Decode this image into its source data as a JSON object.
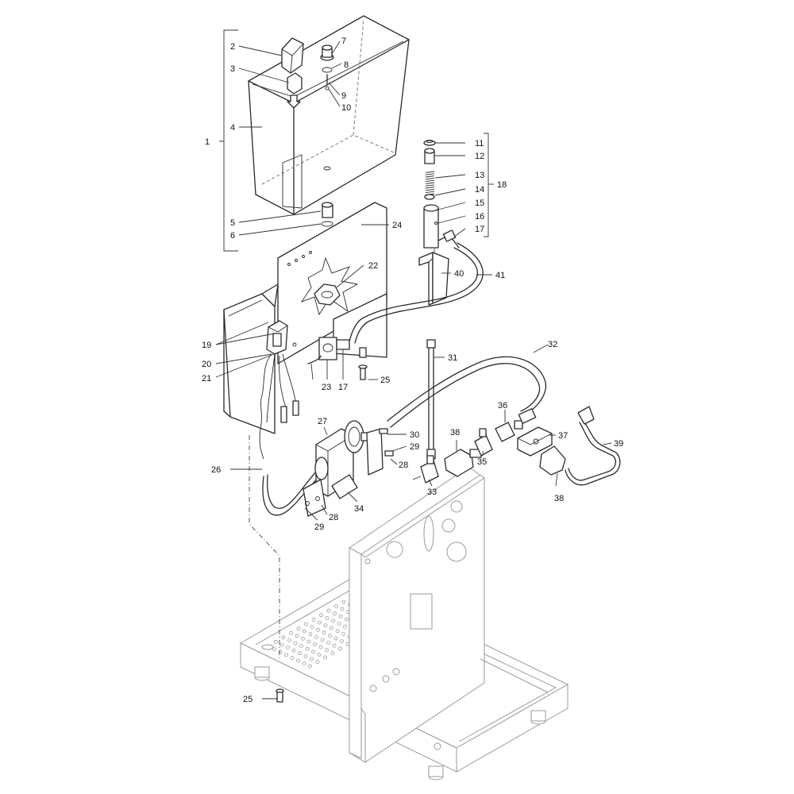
{
  "callouts": [
    "1",
    "2",
    "3",
    "4",
    "5",
    "6",
    "7",
    "8",
    "9",
    "10",
    "11",
    "12",
    "13",
    "14",
    "15",
    "16",
    "17",
    "18",
    "19",
    "20",
    "21",
    "22",
    "23",
    "17",
    "24",
    "25",
    "26",
    "27",
    "28",
    "29",
    "30",
    "29",
    "28",
    "31",
    "32",
    "33",
    "34",
    "35",
    "36",
    "37",
    "38",
    "38",
    "39",
    "40",
    "41",
    "25",
    "28",
    "29"
  ]
}
